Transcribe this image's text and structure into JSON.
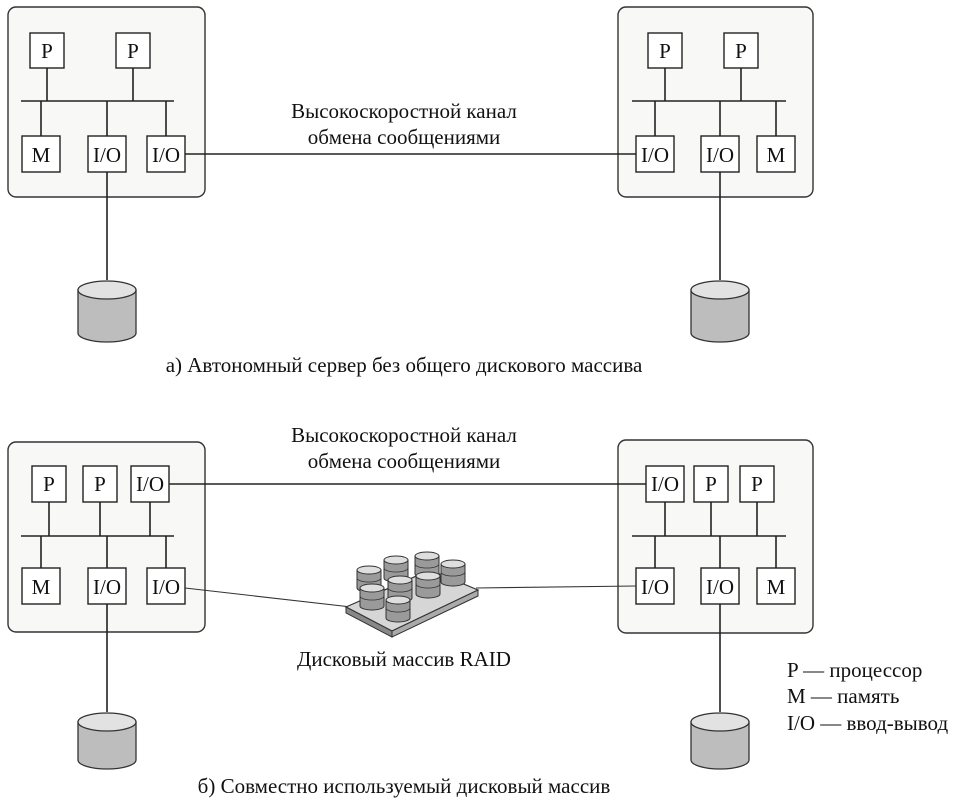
{
  "section_a": {
    "caption": "а) Автономный сервер без общего дискового массива",
    "link_label_line1": "Высокоскоростной канал",
    "link_label_line2": "обмена сообщениями",
    "left_node": {
      "top_row": [
        "P",
        "P"
      ],
      "bottom_row": [
        "M",
        "I/O",
        "I/O"
      ]
    },
    "right_node": {
      "top_row": [
        "P",
        "P"
      ],
      "bottom_row": [
        "I/O",
        "I/O",
        "M"
      ]
    }
  },
  "section_b": {
    "caption": "б) Совместно используемый дисковый массив",
    "link_label_line1": "Высокоскоростной канал",
    "link_label_line2": "обмена сообщениями",
    "raid_label": "Дисковый массив RAID",
    "left_node": {
      "top_row": [
        "P",
        "P",
        "I/O"
      ],
      "bottom_row": [
        "M",
        "I/O",
        "I/O"
      ]
    },
    "right_node": {
      "top_row": [
        "I/O",
        "P",
        "P"
      ],
      "bottom_row": [
        "I/O",
        "I/O",
        "M"
      ]
    }
  },
  "legend": {
    "p": "P — процессор",
    "m": "M — память",
    "io": "I/O — ввод-вывод"
  }
}
